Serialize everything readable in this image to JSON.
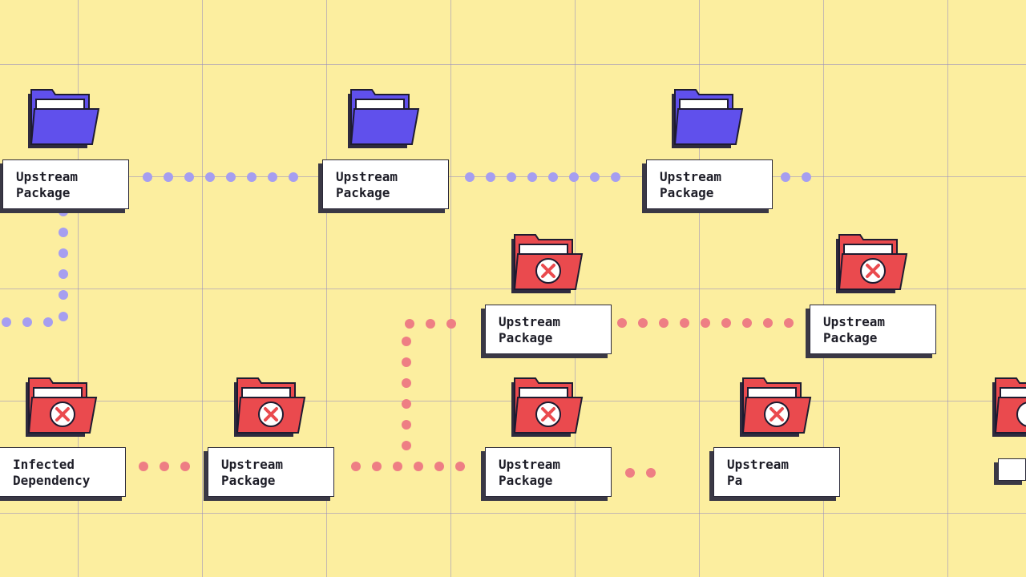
{
  "nodes": [
    {
      "line1": "Upstream",
      "line2": "Package",
      "status": "ok"
    },
    {
      "line1": "Upstream",
      "line2": "Package",
      "status": "ok"
    },
    {
      "line1": "Upstream",
      "line2": "Package",
      "status": "ok"
    },
    {
      "line1": "Upstream",
      "line2": "Package",
      "status": "infected"
    },
    {
      "line1": "Upstream",
      "line2": "Package",
      "status": "infected"
    },
    {
      "line1": "Infected",
      "line2": "Dependency",
      "status": "infected"
    },
    {
      "line1": "Upstream",
      "line2": "Package",
      "status": "infected"
    },
    {
      "line1": "Upstream",
      "line2": "Package",
      "status": "infected"
    },
    {
      "line1": "Upstream",
      "line2": "Pa",
      "status": "infected"
    },
    {
      "line1": "",
      "line2": "",
      "status": "infected"
    }
  ],
  "colors": {
    "background": "#FCEE9F",
    "grid": "#968CBE",
    "safe_folder": "#6050EC",
    "infected_folder": "#EA4A4E",
    "safe_link": "#A69EF0",
    "infected_link": "#EE7E84",
    "card_shadow": "#3A3845"
  },
  "icons": {
    "safe": "folder-icon",
    "infected": "infected-folder-icon"
  }
}
